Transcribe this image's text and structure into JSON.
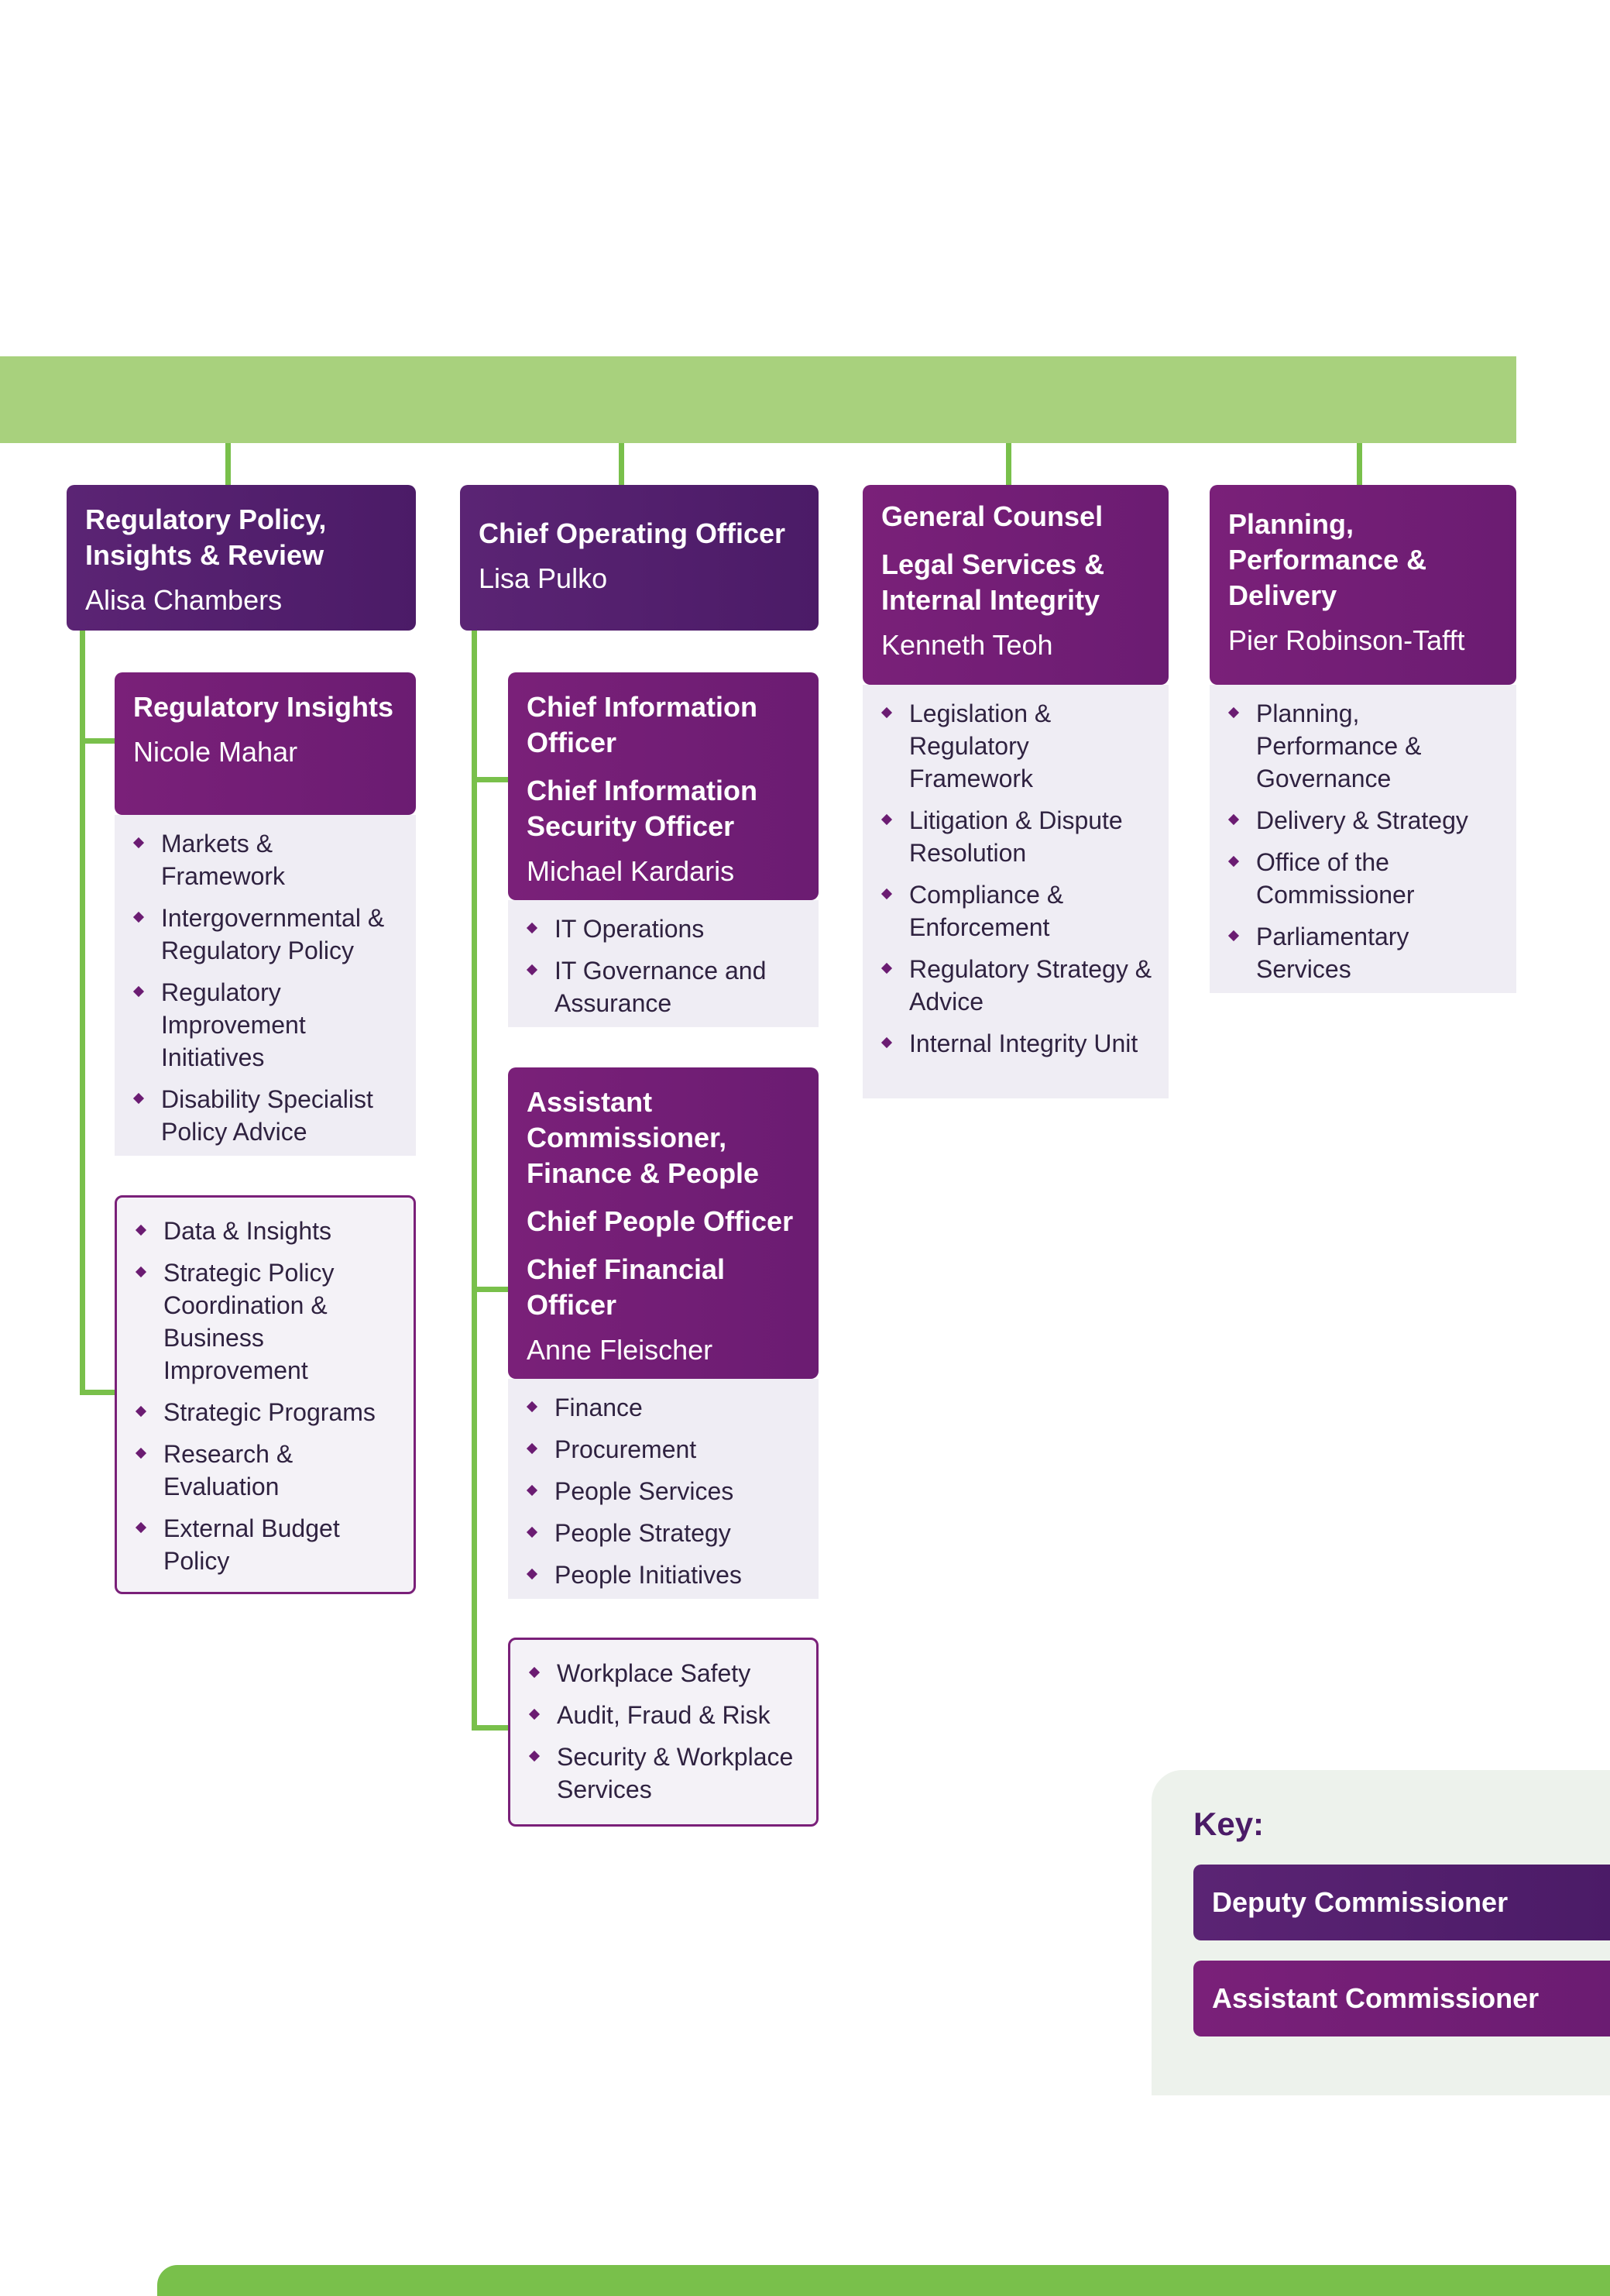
{
  "columns": {
    "c1": {
      "title": "Regulatory Policy, Insights & Review",
      "name": "Alisa Chambers",
      "sub1": {
        "title": "Regulatory Insights",
        "name": "Nicole Mahar",
        "items": [
          "Markets & Framework",
          "Intergovernmental & Regulatory Policy",
          "Regulatory Improvement Initiatives",
          "Disability Specialist Policy Advice"
        ]
      },
      "direct_units": [
        "Data & Insights",
        "Strategic Policy Coordination & Business Improvement",
        "Strategic Programs",
        "Research & Evaluation",
        "External Budget Policy"
      ]
    },
    "c2": {
      "title": "Chief Operating Officer",
      "name": "Lisa Pulko",
      "sub1": {
        "title1": "Chief Information Officer",
        "title2": "Chief Information Security Officer",
        "name": "Michael Kardaris",
        "items": [
          "IT Operations",
          "IT Governance and Assurance"
        ]
      },
      "sub2": {
        "title1": "Assistant Commissioner, Finance & People",
        "title2": "Chief People Officer",
        "title3": "Chief Financial Officer",
        "name": "Anne Fleischer",
        "items": [
          "Finance",
          "Procurement",
          "People Services",
          "People Strategy",
          "People Initiatives"
        ]
      },
      "direct_units": [
        "Workplace Safety",
        "Audit, Fraud & Risk",
        "Security & Workplace Services"
      ]
    },
    "c3": {
      "title1": "General Counsel",
      "title2": "Legal Services & Internal Integrity",
      "name": "Kenneth Teoh",
      "items": [
        "Legislation & Regulatory Framework",
        "Litigation & Dispute Resolution",
        "Compliance & Enforcement",
        "Regulatory Strategy & Advice",
        "Internal Integrity Unit"
      ]
    },
    "c4": {
      "title": "Planning, Performance & Delivery",
      "name": "Pier Robinson-Tafft",
      "items": [
        "Planning, Performance & Governance",
        "Delivery & Strategy",
        "Office of the Commissioner",
        "Parliamentary Services"
      ]
    }
  },
  "key": {
    "title": "Key:",
    "deputy": "Deputy Commissioner",
    "assistant": "Assistant Commissioner"
  },
  "colors": {
    "deputy_commissioner": "#4b1b67",
    "assistant_commissioner": "#7a2079",
    "connector_green": "#79c04b",
    "banner_green": "#a8d17d"
  }
}
